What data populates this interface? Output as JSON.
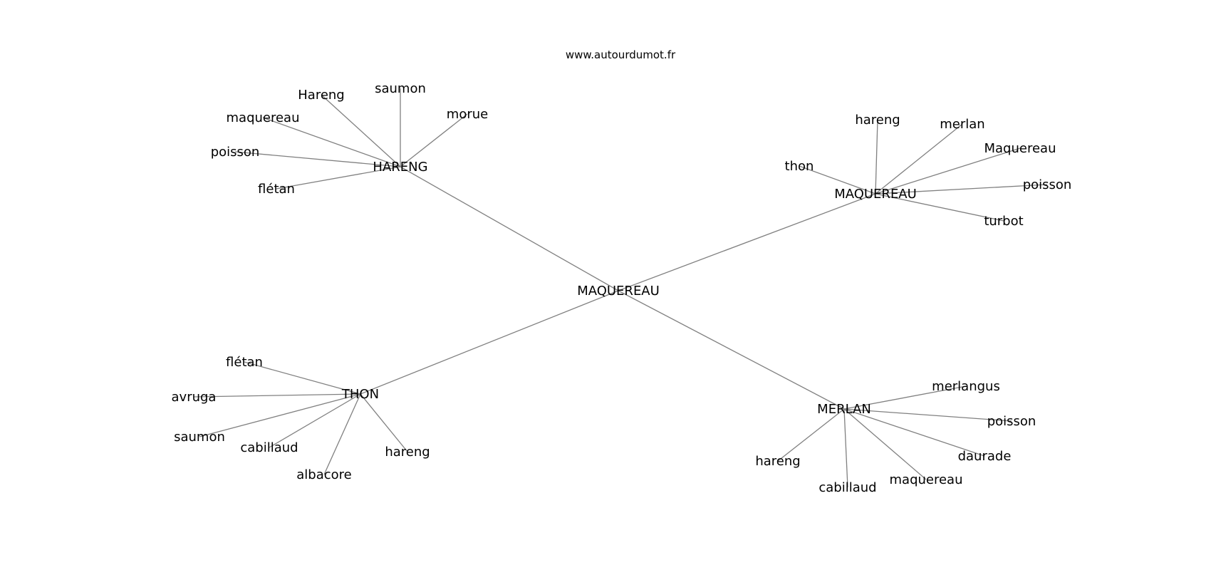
{
  "source": "www.autourdumot.fr",
  "graph": {
    "root": "MAQUEREAU",
    "hubs": [
      {
        "id": "hub-hareng",
        "label": "HARENG",
        "leaves": [
          "saumon",
          "Hareng",
          "morue",
          "maquereau",
          "poisson",
          "flétan"
        ]
      },
      {
        "id": "hub-maquereau",
        "label": "MAQUEREAU",
        "leaves": [
          "hareng",
          "merlan",
          "Maquereau",
          "thon",
          "poisson",
          "turbot"
        ]
      },
      {
        "id": "hub-thon",
        "label": "THON",
        "leaves": [
          "flétan",
          "avruga",
          "saumon",
          "cabillaud",
          "albacore",
          "hareng"
        ]
      },
      {
        "id": "hub-merlan",
        "label": "MERLAN",
        "leaves": [
          "merlangus",
          "poisson",
          "daurade",
          "hareng",
          "cabillaud",
          "maquereau"
        ]
      }
    ]
  }
}
